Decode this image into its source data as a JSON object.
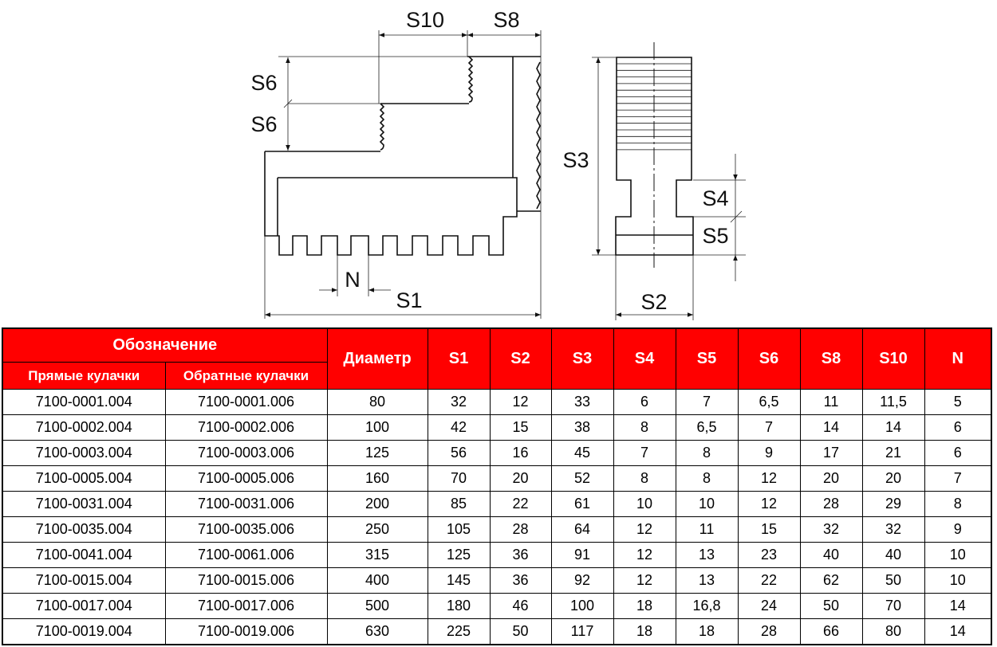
{
  "drawing": {
    "labels": {
      "s10": "S10",
      "s8": "S8",
      "s6a": "S6",
      "s6b": "S6",
      "n": "N",
      "s1": "S1",
      "s3": "S3",
      "s4": "S4",
      "s5": "S5",
      "s2": "S2"
    }
  },
  "table": {
    "group_header": "Обозначение",
    "sub_headers": [
      "Прямые кулачки",
      "Обратные кулачки"
    ],
    "headers": [
      "Диаметр",
      "S1",
      "S2",
      "S3",
      "S4",
      "S5",
      "S6",
      "S8",
      "S10",
      "N"
    ],
    "header_color": "#ff0000",
    "rows": [
      [
        "7100-0001.004",
        "7100-0001.006",
        "80",
        "32",
        "12",
        "33",
        "6",
        "7",
        "6,5",
        "11",
        "11,5",
        "5"
      ],
      [
        "7100-0002.004",
        "7100-0002.006",
        "100",
        "42",
        "15",
        "38",
        "8",
        "6,5",
        "7",
        "14",
        "14",
        "6"
      ],
      [
        "7100-0003.004",
        "7100-0003.006",
        "125",
        "56",
        "16",
        "45",
        "7",
        "8",
        "9",
        "17",
        "21",
        "6"
      ],
      [
        "7100-0005.004",
        "7100-0005.006",
        "160",
        "70",
        "20",
        "52",
        "8",
        "8",
        "12",
        "20",
        "20",
        "7"
      ],
      [
        "7100-0031.004",
        "7100-0031.006",
        "200",
        "85",
        "22",
        "61",
        "10",
        "10",
        "12",
        "28",
        "29",
        "8"
      ],
      [
        "7100-0035.004",
        "7100-0035.006",
        "250",
        "105",
        "28",
        "64",
        "12",
        "11",
        "15",
        "32",
        "32",
        "9"
      ],
      [
        "7100-0041.004",
        "7100-0061.006",
        "315",
        "125",
        "36",
        "91",
        "12",
        "13",
        "23",
        "40",
        "40",
        "10"
      ],
      [
        "7100-0015.004",
        "7100-0015.006",
        "400",
        "145",
        "36",
        "92",
        "12",
        "13",
        "22",
        "62",
        "50",
        "10"
      ],
      [
        "7100-0017.004",
        "7100-0017.006",
        "500",
        "180",
        "46",
        "100",
        "18",
        "16,8",
        "24",
        "50",
        "70",
        "14"
      ],
      [
        "7100-0019.004",
        "7100-0019.006",
        "630",
        "225",
        "50",
        "117",
        "18",
        "18",
        "28",
        "66",
        "80",
        "14"
      ]
    ]
  }
}
